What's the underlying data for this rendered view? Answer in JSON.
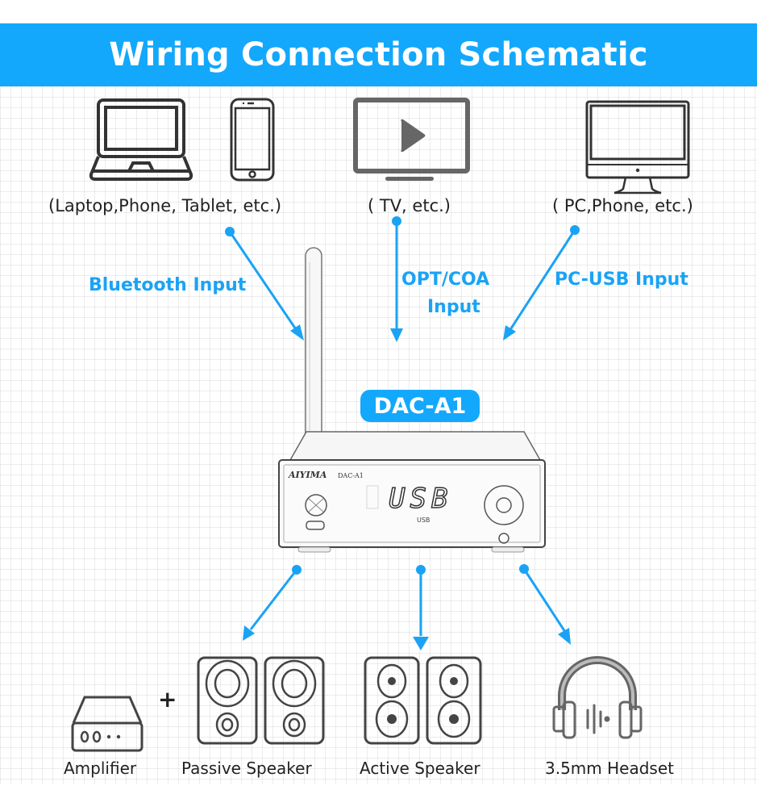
{
  "title": "Wiring Connection Schematic",
  "colors": {
    "accent": "#13a8fc",
    "arrow": "#1aa3f5",
    "icon_stroke": "#3a3a3a",
    "text": "#222222"
  },
  "inputs": [
    {
      "icons": [
        "laptop-icon",
        "phone-icon"
      ],
      "caption": "(Laptop,Phone, Tablet, etc.)",
      "label": "Bluetooth Input"
    },
    {
      "icons": [
        "tv-play-icon"
      ],
      "caption": "( TV, etc.)",
      "label_line1": "OPT/COA",
      "label_line2": "Input"
    },
    {
      "icons": [
        "desktop-monitor-icon"
      ],
      "caption": "( PC,Phone, etc.)",
      "label": "PC-USB Input"
    }
  ],
  "device": {
    "badge": "DAC-A1",
    "brand": "AIYIMA",
    "model": "DAC-A1",
    "display": "USB",
    "display_sub": "USB"
  },
  "outputs": [
    {
      "icons": [
        "amplifier-icon"
      ],
      "label": "Amplifier"
    },
    {
      "icons": [
        "passive-speaker-icon"
      ],
      "label": "Passive Speaker",
      "joiner": "+"
    },
    {
      "icons": [
        "active-speaker-icon"
      ],
      "label": "Active Speaker"
    },
    {
      "icons": [
        "headphones-icon"
      ],
      "label": "3.5mm Headset"
    }
  ]
}
